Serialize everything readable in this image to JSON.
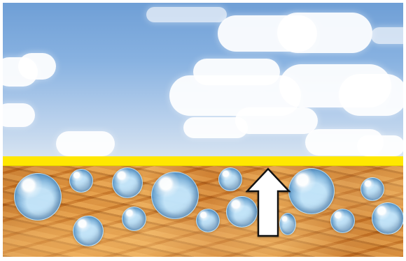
{
  "scene": {
    "elements": [
      "sky",
      "clouds",
      "yellow-band",
      "wood-surface",
      "water-droplets",
      "up-arrow"
    ],
    "icon_names": [
      "up-arrow-icon"
    ],
    "colors": {
      "band": "#ffe800",
      "arrow": "#ffffff",
      "arrow_outline": "#111111",
      "droplet": "#7fb9ef"
    }
  }
}
